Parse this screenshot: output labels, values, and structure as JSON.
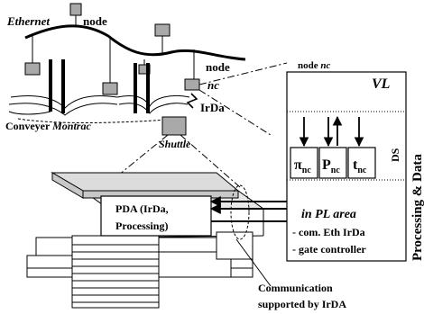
{
  "network": {
    "ethernet_label": "Ethernet",
    "node_label": "node",
    "node_right_label": "node",
    "nc_label": "nc",
    "irda_label": "IrDa"
  },
  "conveyor": {
    "label_plain": "Conveyer ",
    "label_italic": "Montrac",
    "shuttle_label": "Shuttle"
  },
  "pda": {
    "line1": "PDA (IrDa,",
    "line2": "Processing)"
  },
  "node_box": {
    "title_plain": "node ",
    "title_italic": "nc",
    "vl_label": "VL",
    "ds_label": "DS",
    "cells": [
      {
        "sym": "π",
        "sub": "nc"
      },
      {
        "sym": "P",
        "sub": "nc"
      },
      {
        "sym": "t",
        "sub": "nc"
      }
    ],
    "pl_area_label": "in PL area",
    "item1": "- com. Eth IrDa",
    "item2": "- gate controller",
    "side_label": "Processing & Data"
  },
  "communication": {
    "line1": "Communication",
    "line2": "supported by IrDA"
  }
}
